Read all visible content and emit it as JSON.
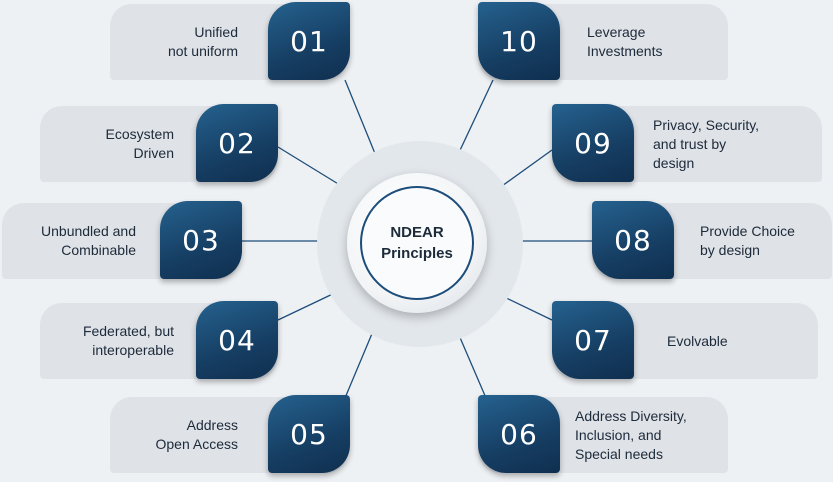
{
  "center": {
    "title": "NDEAR Principles"
  },
  "colors": {
    "accent": "#163e63",
    "card": "#dfe2e6",
    "background": "#eef1f4"
  },
  "principles": [
    {
      "number": "01",
      "label_lines": [
        "Unified",
        "not uniform"
      ]
    },
    {
      "number": "02",
      "label_lines": [
        "Ecosystem",
        "Driven"
      ]
    },
    {
      "number": "03",
      "label_lines": [
        "Unbundled and",
        "Combinable"
      ]
    },
    {
      "number": "04",
      "label_lines": [
        "Federated, but",
        "interoperable"
      ]
    },
    {
      "number": "05",
      "label_lines": [
        "Address",
        "Open Access"
      ]
    },
    {
      "number": "06",
      "label_lines": [
        "Address Diversity,",
        "Inclusion, and",
        "Special needs"
      ]
    },
    {
      "number": "07",
      "label_lines": [
        "Evolvable"
      ]
    },
    {
      "number": "08",
      "label_lines": [
        "Provide Choice",
        "by design"
      ]
    },
    {
      "number": "09",
      "label_lines": [
        "Privacy, Security,",
        "and trust by",
        "design"
      ]
    },
    {
      "number": "10",
      "label_lines": [
        "Leverage",
        "Investments"
      ]
    }
  ]
}
